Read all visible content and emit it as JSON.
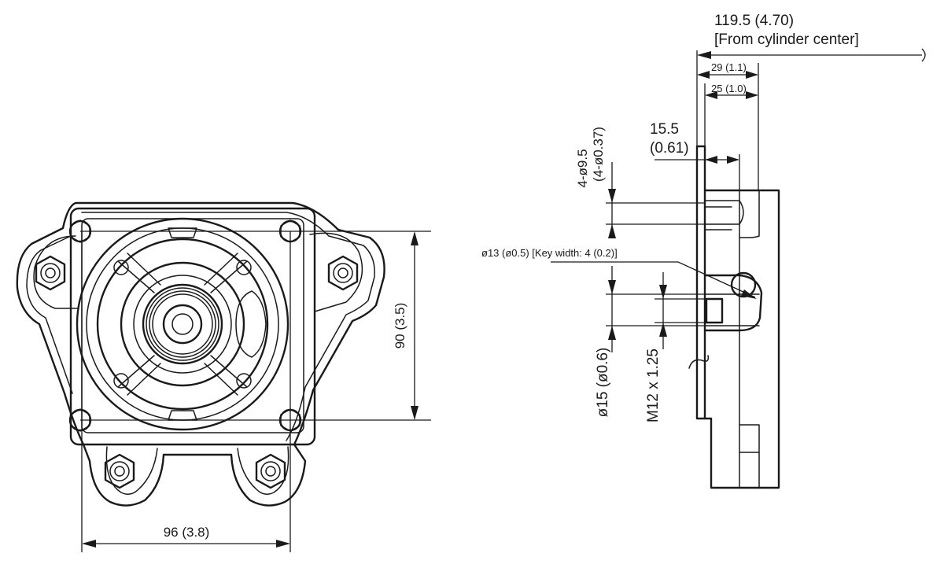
{
  "dimensions": {
    "overall_from_center": "119.5 (4.70)",
    "from_cylinder_center": "[From cylinder center]",
    "dim_29": "29 (1.1)",
    "dim_25": "25 (1.0)",
    "dim_15_5": "15.5",
    "dim_15_5_in": "(0.61)",
    "hole_4_d9_5": "4-ø9.5",
    "hole_4_d9_5_in": "(4-ø0.37)",
    "shaft_key": "ø13 (ø0.5) [Key width: 4 (0.2)]",
    "shaft_d15": "ø15 (ø0.6)",
    "thread_m12": "M12 x 1.25",
    "height_90": "90 (3.5)",
    "width_96": "96 (3.8)"
  },
  "colors": {
    "line": "#1a1a1a",
    "background": "#ffffff"
  }
}
